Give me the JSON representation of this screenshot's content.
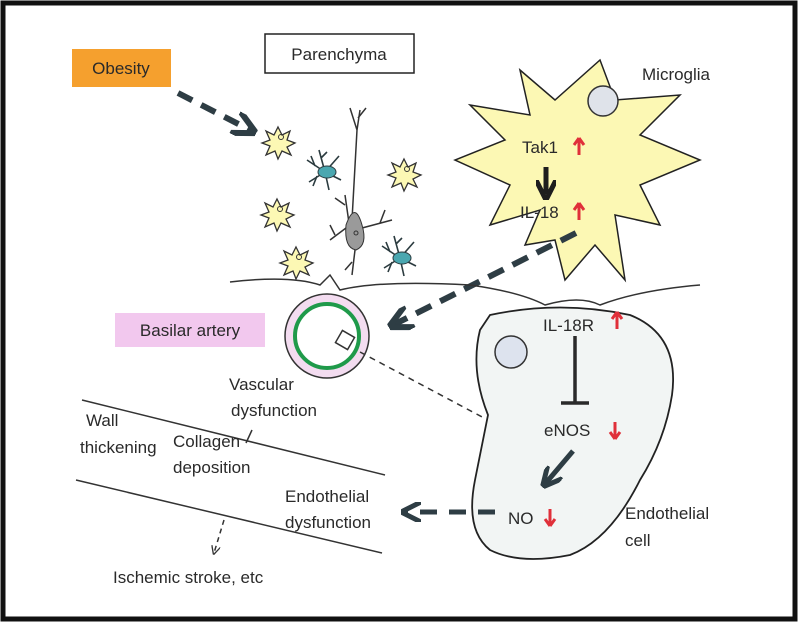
{
  "labels": {
    "obesity": "Obesity",
    "parenchyma": "Parenchyma",
    "microglia": "Microglia",
    "tak1": "Tak1",
    "il18": "IL-18",
    "basilar_artery": "Basilar artery",
    "il18r": "IL-18R",
    "enos": "eNOS",
    "no": "NO",
    "endothelial_cell": [
      "Endothelial",
      "cell"
    ],
    "vascular_dysfunction": [
      "Vascular",
      "dysfunction"
    ],
    "wall_thickening": [
      "Wall",
      "thickening"
    ],
    "collagen_deposition": [
      "Collagen",
      "deposition"
    ],
    "endothelial_dysfunction": [
      "Endothelial",
      "dysfunction"
    ],
    "ischemic_stroke": "Ischemic stroke, etc"
  },
  "indicators": {
    "tak1": "up",
    "il18": "up",
    "il18r": "up",
    "enos": "down",
    "no": "down"
  },
  "colors": {
    "obesity_box": "#f5a02e",
    "basilar_box": "#f2c8ee",
    "microglia_fill": "#fcf8b4",
    "artery_wall": "#f3dcf0",
    "artery_lumen_ring": "#1f9a4a",
    "endothelial_fill": "#f2f5f4",
    "arrow_dark": "#2e3d44",
    "indicator_red": "#e0303a"
  }
}
